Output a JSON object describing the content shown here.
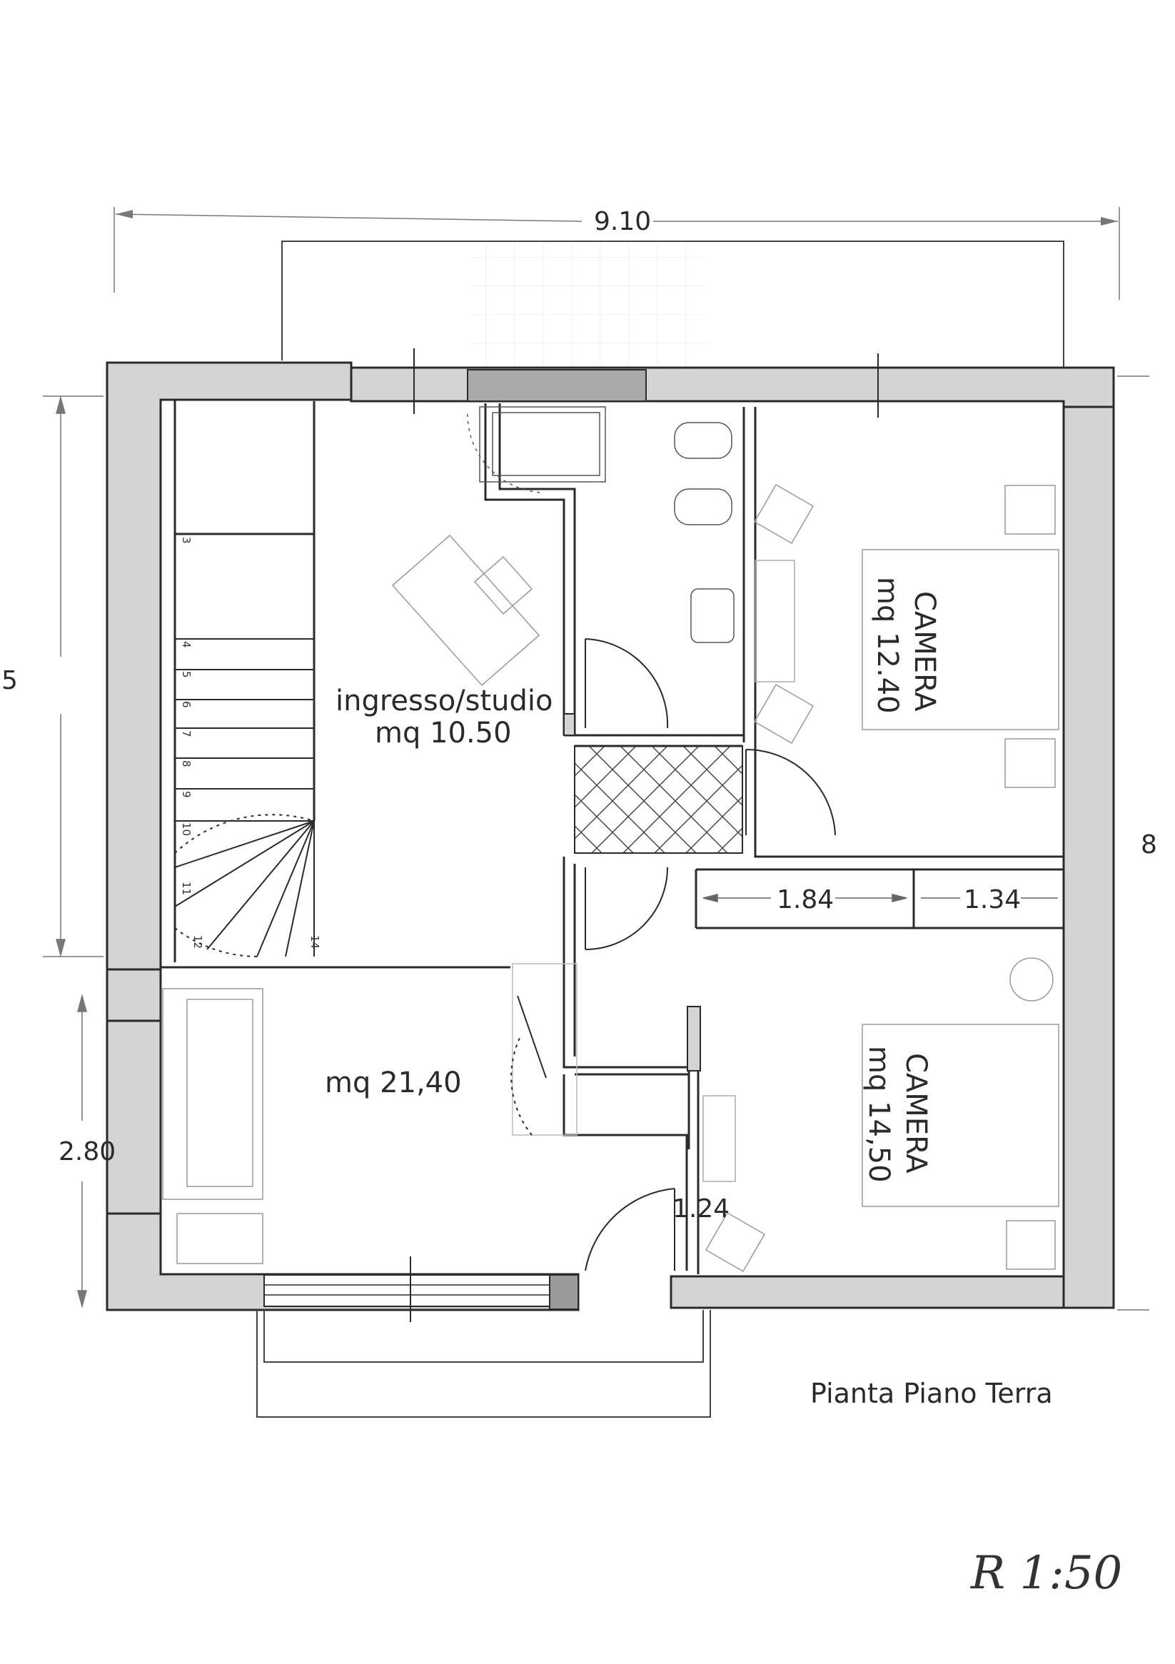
{
  "dimensions": {
    "overall_width": "9.10",
    "left_height": "5.00",
    "left_height_partial": "5",
    "lower_left": "2.80",
    "corridor_left": "1.84",
    "corridor_right": "1.34",
    "door_gap": "1.24",
    "right_edge": "8"
  },
  "rooms": {
    "entry_name": "ingresso/studio",
    "entry_area": "mq 10.50",
    "living_area": "mq 21,40",
    "bedroom1_name": "CAMERA",
    "bedroom1_area": "mq 12.40",
    "bedroom2_name": "CAMERA",
    "bedroom2_area": "mq 14,50"
  },
  "stairs": {
    "steps": [
      "3",
      "4",
      "5",
      "6",
      "7",
      "8",
      "9",
      "10",
      "11",
      "12",
      "14"
    ]
  },
  "caption": "Pianta Piano Terra",
  "scale_note": "R 1:50",
  "colors": {
    "wall": "#d4d4d4",
    "line": "#2a2a2a",
    "faint": "#b8b8b8"
  }
}
